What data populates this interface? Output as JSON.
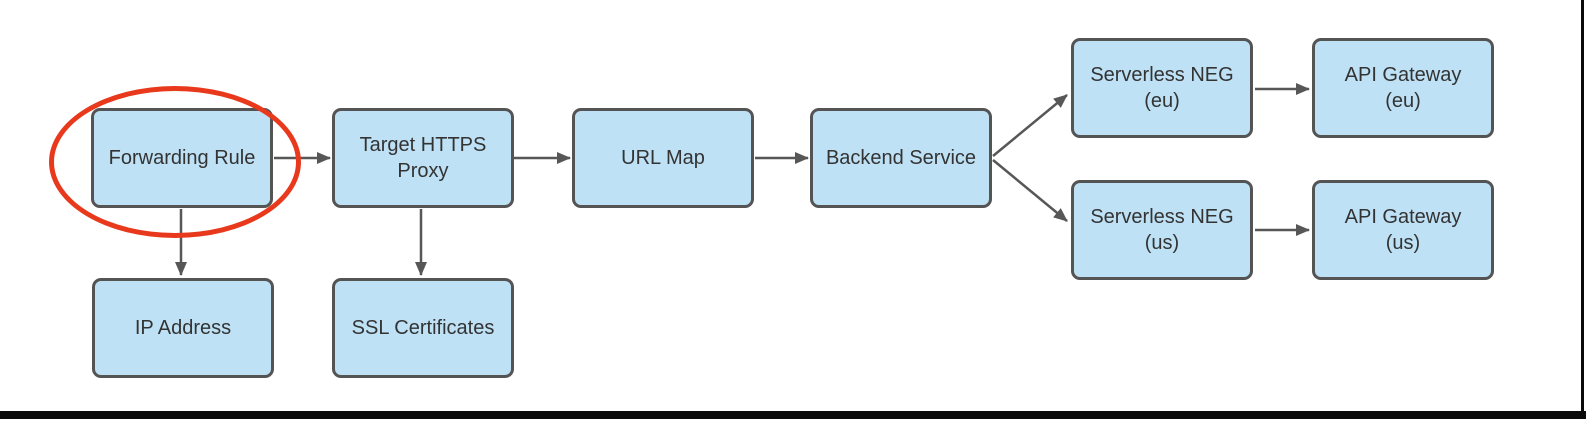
{
  "nodes": {
    "forwarding_rule": "Forwarding Rule",
    "target_https_proxy": "Target HTTPS\nProxy",
    "url_map": "URL Map",
    "backend_service": "Backend Service",
    "serverless_neg_eu": "Serverless NEG\n(eu)",
    "api_gateway_eu": "API Gateway\n(eu)",
    "serverless_neg_us": "Serverless NEG\n(us)",
    "api_gateway_us": "API Gateway\n(us)",
    "ip_address": "IP Address",
    "ssl_certificates": "SSL Certificates"
  },
  "edges": [
    {
      "from": "forwarding_rule",
      "to": "target_https_proxy"
    },
    {
      "from": "target_https_proxy",
      "to": "url_map"
    },
    {
      "from": "url_map",
      "to": "backend_service"
    },
    {
      "from": "backend_service",
      "to": "serverless_neg_eu"
    },
    {
      "from": "backend_service",
      "to": "serverless_neg_us"
    },
    {
      "from": "serverless_neg_eu",
      "to": "api_gateway_eu"
    },
    {
      "from": "serverless_neg_us",
      "to": "api_gateway_us"
    },
    {
      "from": "forwarding_rule",
      "to": "ip_address"
    },
    {
      "from": "target_https_proxy",
      "to": "ssl_certificates"
    }
  ],
  "annotation": {
    "type": "ellipse-highlight",
    "around": "forwarding_rule"
  },
  "colors": {
    "node_fill": "#bee1f5",
    "node_border": "#545454",
    "arrow": "#575757",
    "highlight": "#e8391d",
    "text": "#333333",
    "frame": "#0a0a0a"
  }
}
